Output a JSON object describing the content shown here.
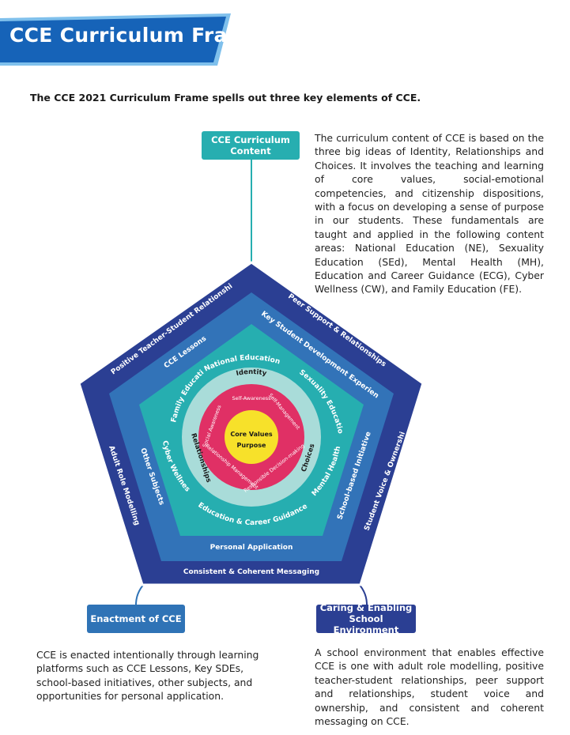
{
  "header": {
    "title": "CCE Curriculum Frame",
    "intro": "The CCE 2021 Curriculum Frame spells out three key elements of CCE."
  },
  "tags": {
    "content": "CCE Curriculum Content",
    "enactment": "Enactment of CCE",
    "environment": "Caring & Enabling School Environment"
  },
  "paragraphs": {
    "content": "The curriculum content of CCE is based on the three big ideas of Identity, Relationships and Choices. It involves the teaching and learning of core values, social-emotional competencies, and citizenship dispositions, with a focus on developing a sense of purpose in our students. These fundamentals are taught and applied in the following content areas: National Education (NE), Sexuality Education (SEd), Mental Health (MH), Education and Career Guidance (ECG), Cyber Wellness (CW), and Family Education (FE).",
    "enactment": "CCE is enacted intentionally through learning platforms such as CCE Lessons, Key SDEs, school-based initiatives, other subjects, and opportunities for personal application.",
    "environment": "A school environment that enables effective CCE is one with adult role modelling, positive teacher-student relationships, peer support and relationships, student voice and ownership, and consistent and coherent messaging on CCE."
  },
  "diagram": {
    "outer": {
      "top_left": "Positive Teacher-Student Relationships",
      "top_right": "Peer Support & Relationships",
      "right": "Student Voice & Ownership",
      "bottom": "Consistent & Coherent Messaging",
      "left": "Adult Role Modelling"
    },
    "middle": {
      "top_left": "CCE Lessons",
      "top_right": "Key Student Development Experiences",
      "right": "School-based Initiatives",
      "bottom": "Personal Application",
      "left": "Other Subjects"
    },
    "inner": {
      "top": "National Education",
      "top_right": "Sexuality Education",
      "right": "Mental Health",
      "bottom": "Education & Career Guidance",
      "left_bottom": "Cyber Wellness",
      "left_top": "Family Education"
    },
    "ideas": {
      "identity": "Identity",
      "relationships": "Relationships",
      "choices": "Choices"
    },
    "competencies": {
      "self_awareness": "Self-Awareness",
      "self_management": "Self-Management",
      "social_awareness": "Social Awareness",
      "relationship_management": "Relationship Management",
      "responsible_decision_making": "Responsible Decision-making"
    },
    "core": {
      "line1": "Core Values",
      "line2": "Purpose"
    }
  },
  "colors": {
    "outer": "#2b3f93",
    "middle": "#3273b8",
    "inner": "#26aeb0",
    "ring": "#a9dcd9",
    "competency_ring": "#e03065",
    "core": "#f7e12a"
  }
}
